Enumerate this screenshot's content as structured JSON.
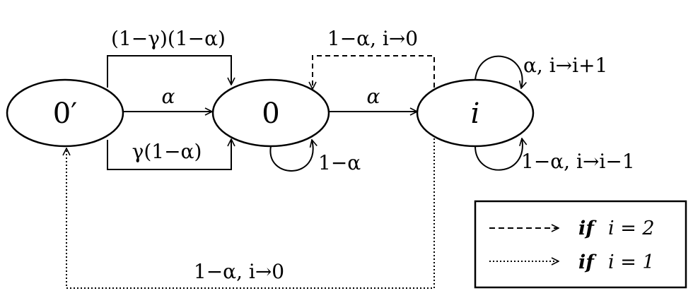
{
  "nodes": {
    "n0prime": "0′",
    "n0": "0",
    "ni": "i"
  },
  "edges": {
    "e_0p_0_top": "(1−γ)(1−α)",
    "e_0p_0_mid": "α",
    "e_0p_0_bottom": "γ(1−α)",
    "e_0_i": "α",
    "e_0_self": "1−α",
    "e_i_0_dashed": "1−α,  i→0",
    "e_i_self_top": "α,  i→i+1",
    "e_i_self_bottom": "1−α,  i→i−1",
    "e_i_0p_dotted": "1−α,  i→0"
  },
  "legend": {
    "dashed_cond": "if",
    "dashed_expr": "i = 2",
    "dotted_cond": "if",
    "dotted_expr": "i = 1"
  }
}
